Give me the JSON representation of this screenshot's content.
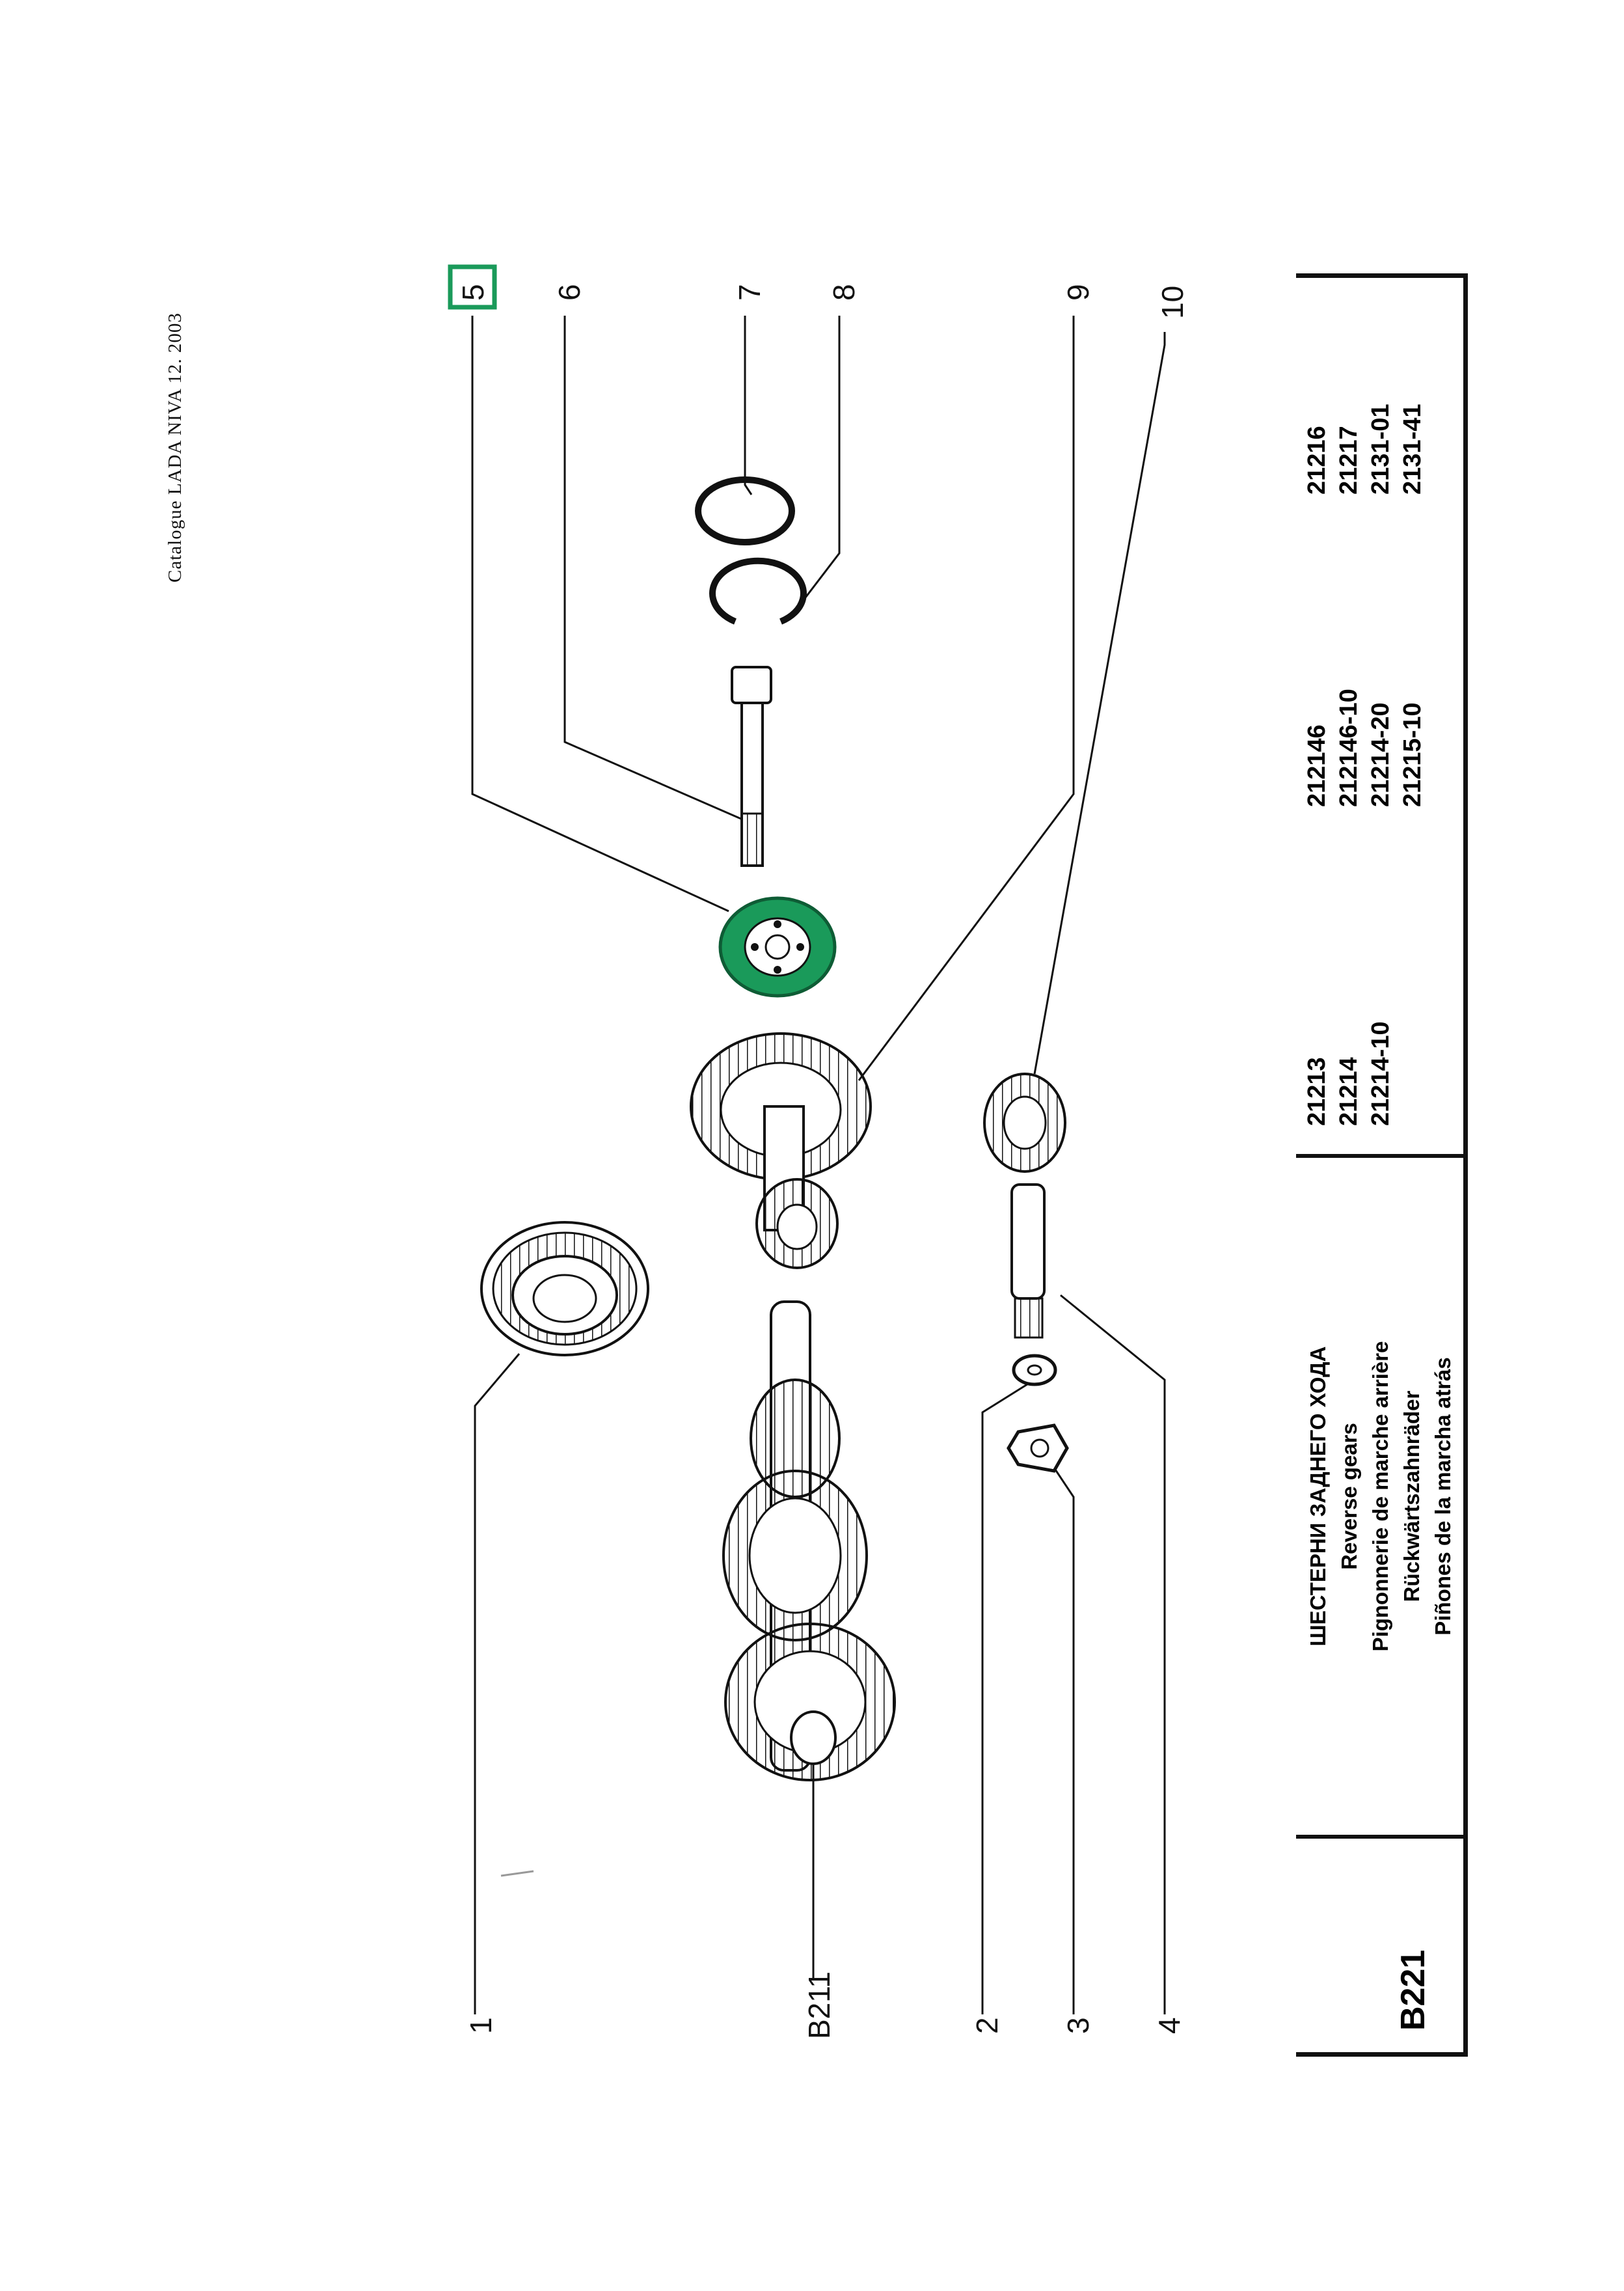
{
  "header": {
    "catalog_label": "Catalogue LADA NIVA 12. 2003"
  },
  "callouts": {
    "c1": "1",
    "b211": "B211",
    "c2": "2",
    "c3": "3",
    "c4": "4",
    "c5": "5",
    "c6": "6",
    "c7": "7",
    "c8": "8",
    "c9": "9",
    "c10": "10"
  },
  "highlight": {
    "part": "5",
    "color": "#1a9a5a"
  },
  "title_block": {
    "code": "B221",
    "names": [
      "ШЕСТЕРНИ ЗАДНЕГО ХОДА",
      "Reverse gears",
      "Pignonnerie de marche arrière",
      "Rückwärtszahnräder",
      "Piñones de la marcha atrás"
    ],
    "models": [
      [
        "21213",
        "21214",
        "21214-10"
      ],
      [
        "212146",
        "212146-10",
        "21214-20",
        "21215-10"
      ],
      [
        "21216",
        "21217",
        "2131-01",
        "2131-41"
      ]
    ]
  },
  "icons": [
    "gear-icon",
    "bearing-icon",
    "bolt-icon",
    "circlip-icon",
    "ring-icon",
    "nut-icon",
    "washer-icon",
    "axle-icon"
  ]
}
